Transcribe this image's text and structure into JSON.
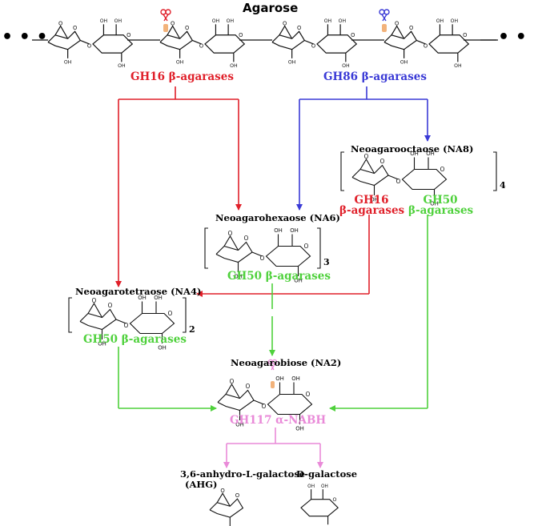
{
  "title": "Agarose",
  "ellipsis": "• • •",
  "enzymes": {
    "gh16": "GH16 β-agarases",
    "gh86": "GH86 β-agarases",
    "gh16_line1": "GH16",
    "gh50_line1": "GH50",
    "beta_agarases": "β-agarases",
    "gh50": "GH50 β-agarases",
    "gh117": "GH117 α-NABH"
  },
  "products": {
    "na8": "Neoagarooctaose (NA8)",
    "na6": "Neoagarohexaose (NA6)",
    "na4": "Neoagarotetraose (NA4)",
    "na2": "Neoagarobiose (NA2)",
    "ahg_line1": "3,6-anhydro-L-galactose",
    "ahg_line2": "(AHG)",
    "dgal": "D-galactose"
  },
  "subscripts": {
    "na8": "4",
    "na6": "3",
    "na4": "2"
  },
  "colors": {
    "gh16": "#e0202a",
    "gh86": "#3a3ad6",
    "gh50": "#4fd13c",
    "gh117": "#e98ad8",
    "cleavage_site": "#f2b27a"
  }
}
